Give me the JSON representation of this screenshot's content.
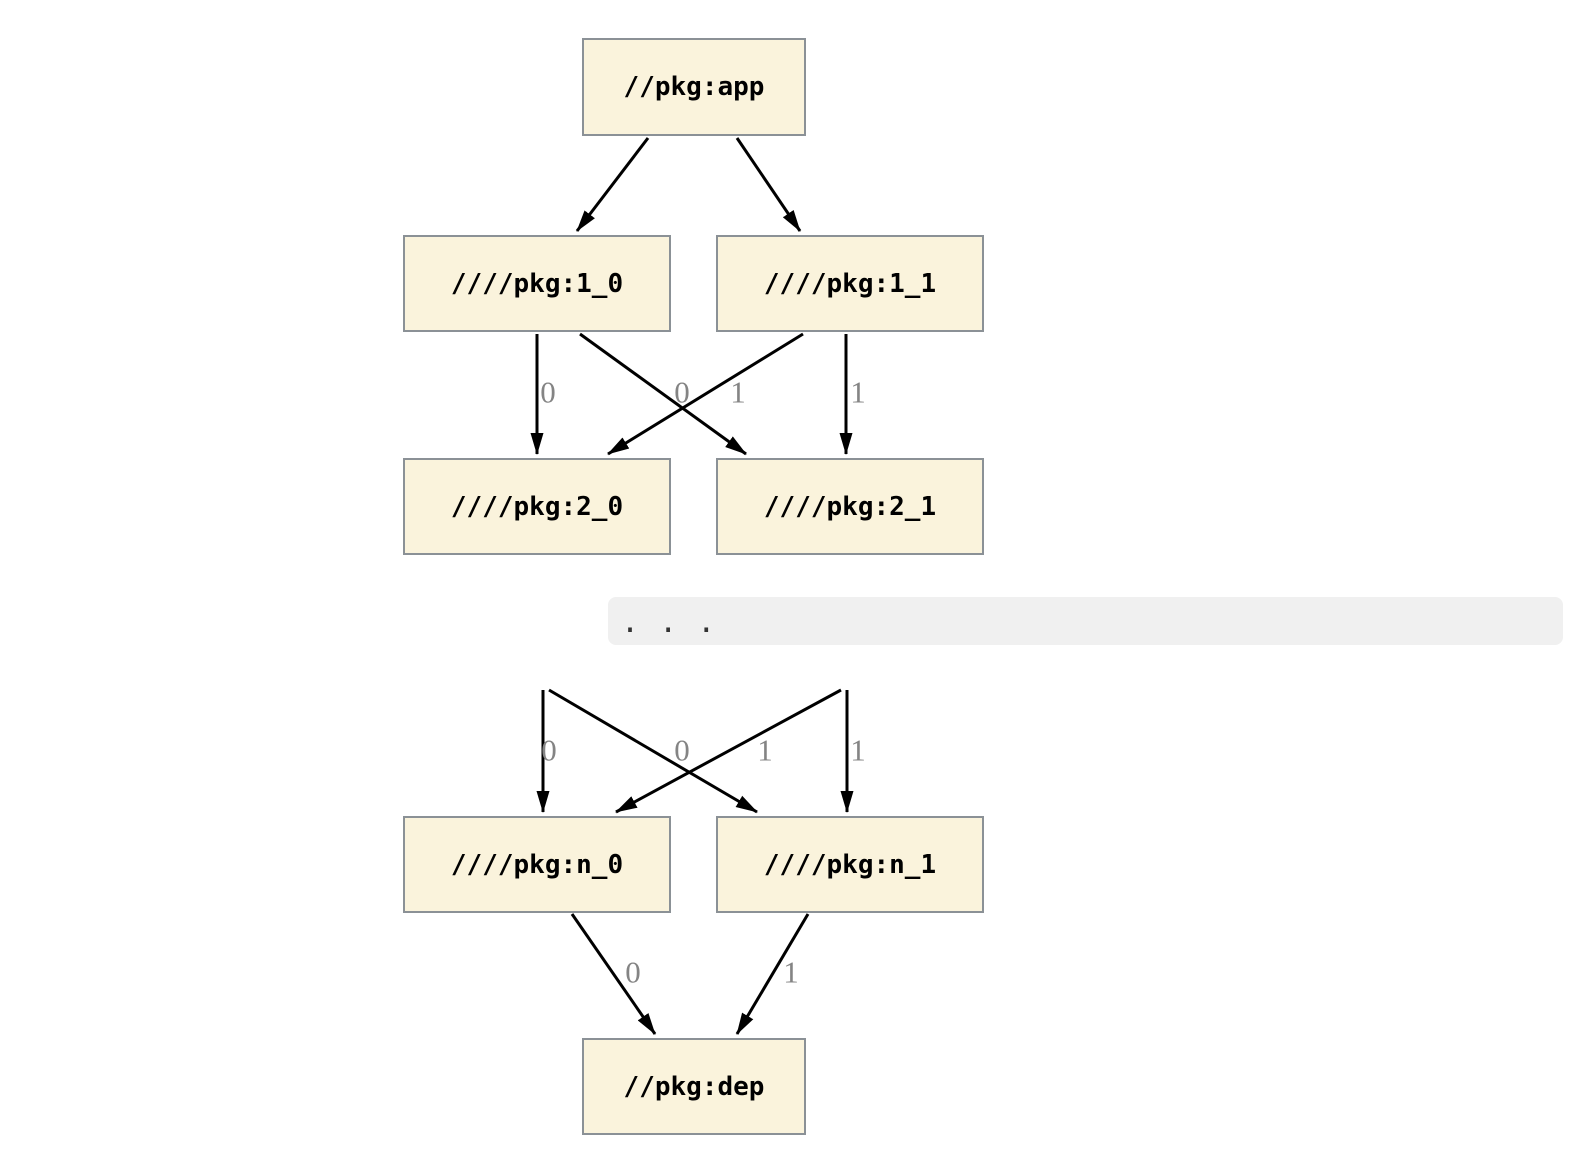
{
  "colors": {
    "node_fill": "#faf3dc",
    "node_border": "#8b9196",
    "edge_stroke": "#000000",
    "edge_label_text": "#848484",
    "code_band_background": "#f0f0f0"
  },
  "upper_graph": {
    "nodes": {
      "app": "//pkg:app",
      "v1_0": "////pkg:1_0",
      "v1_1": "////pkg:1_1",
      "v2_0": "////pkg:2_0",
      "v2_1": "////pkg:2_1"
    },
    "edge_labels": {
      "from_1_0_to_2_0": "0",
      "from_1_1_to_2_0": "0",
      "from_1_0_to_2_1": "1",
      "from_1_1_to_2_1": "1"
    }
  },
  "ellipsis_band": {
    "text": ". . ."
  },
  "lower_graph": {
    "nodes": {
      "vn_0": "////pkg:n_0",
      "vn_1": "////pkg:n_1",
      "dep": "//pkg:dep"
    },
    "edge_labels": {
      "into_n_0": "0",
      "cross_into_n_0": "0",
      "cross_into_n_1": "1",
      "into_n_1": "1",
      "n_0_to_dep": "0",
      "n_1_to_dep": "1"
    }
  }
}
